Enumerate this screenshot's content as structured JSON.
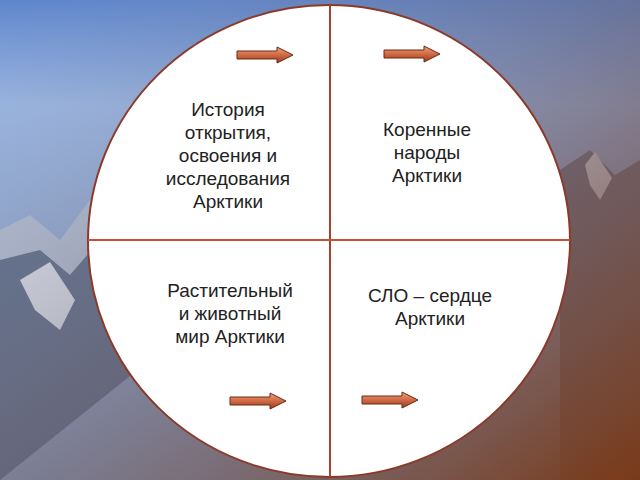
{
  "diagram": {
    "nodes": [
      {
        "text": [
          "История открытия, освоения и исследования Арктики"
        ]
      },
      {
        "text": [
          "Коренные народы Арктики"
        ]
      },
      {
        "text": [
          "Растительный и животный мир Арктики"
        ]
      },
      {
        "text": [
          "СЛО – сердце Арктики"
        ]
      }
    ]
  }
}
